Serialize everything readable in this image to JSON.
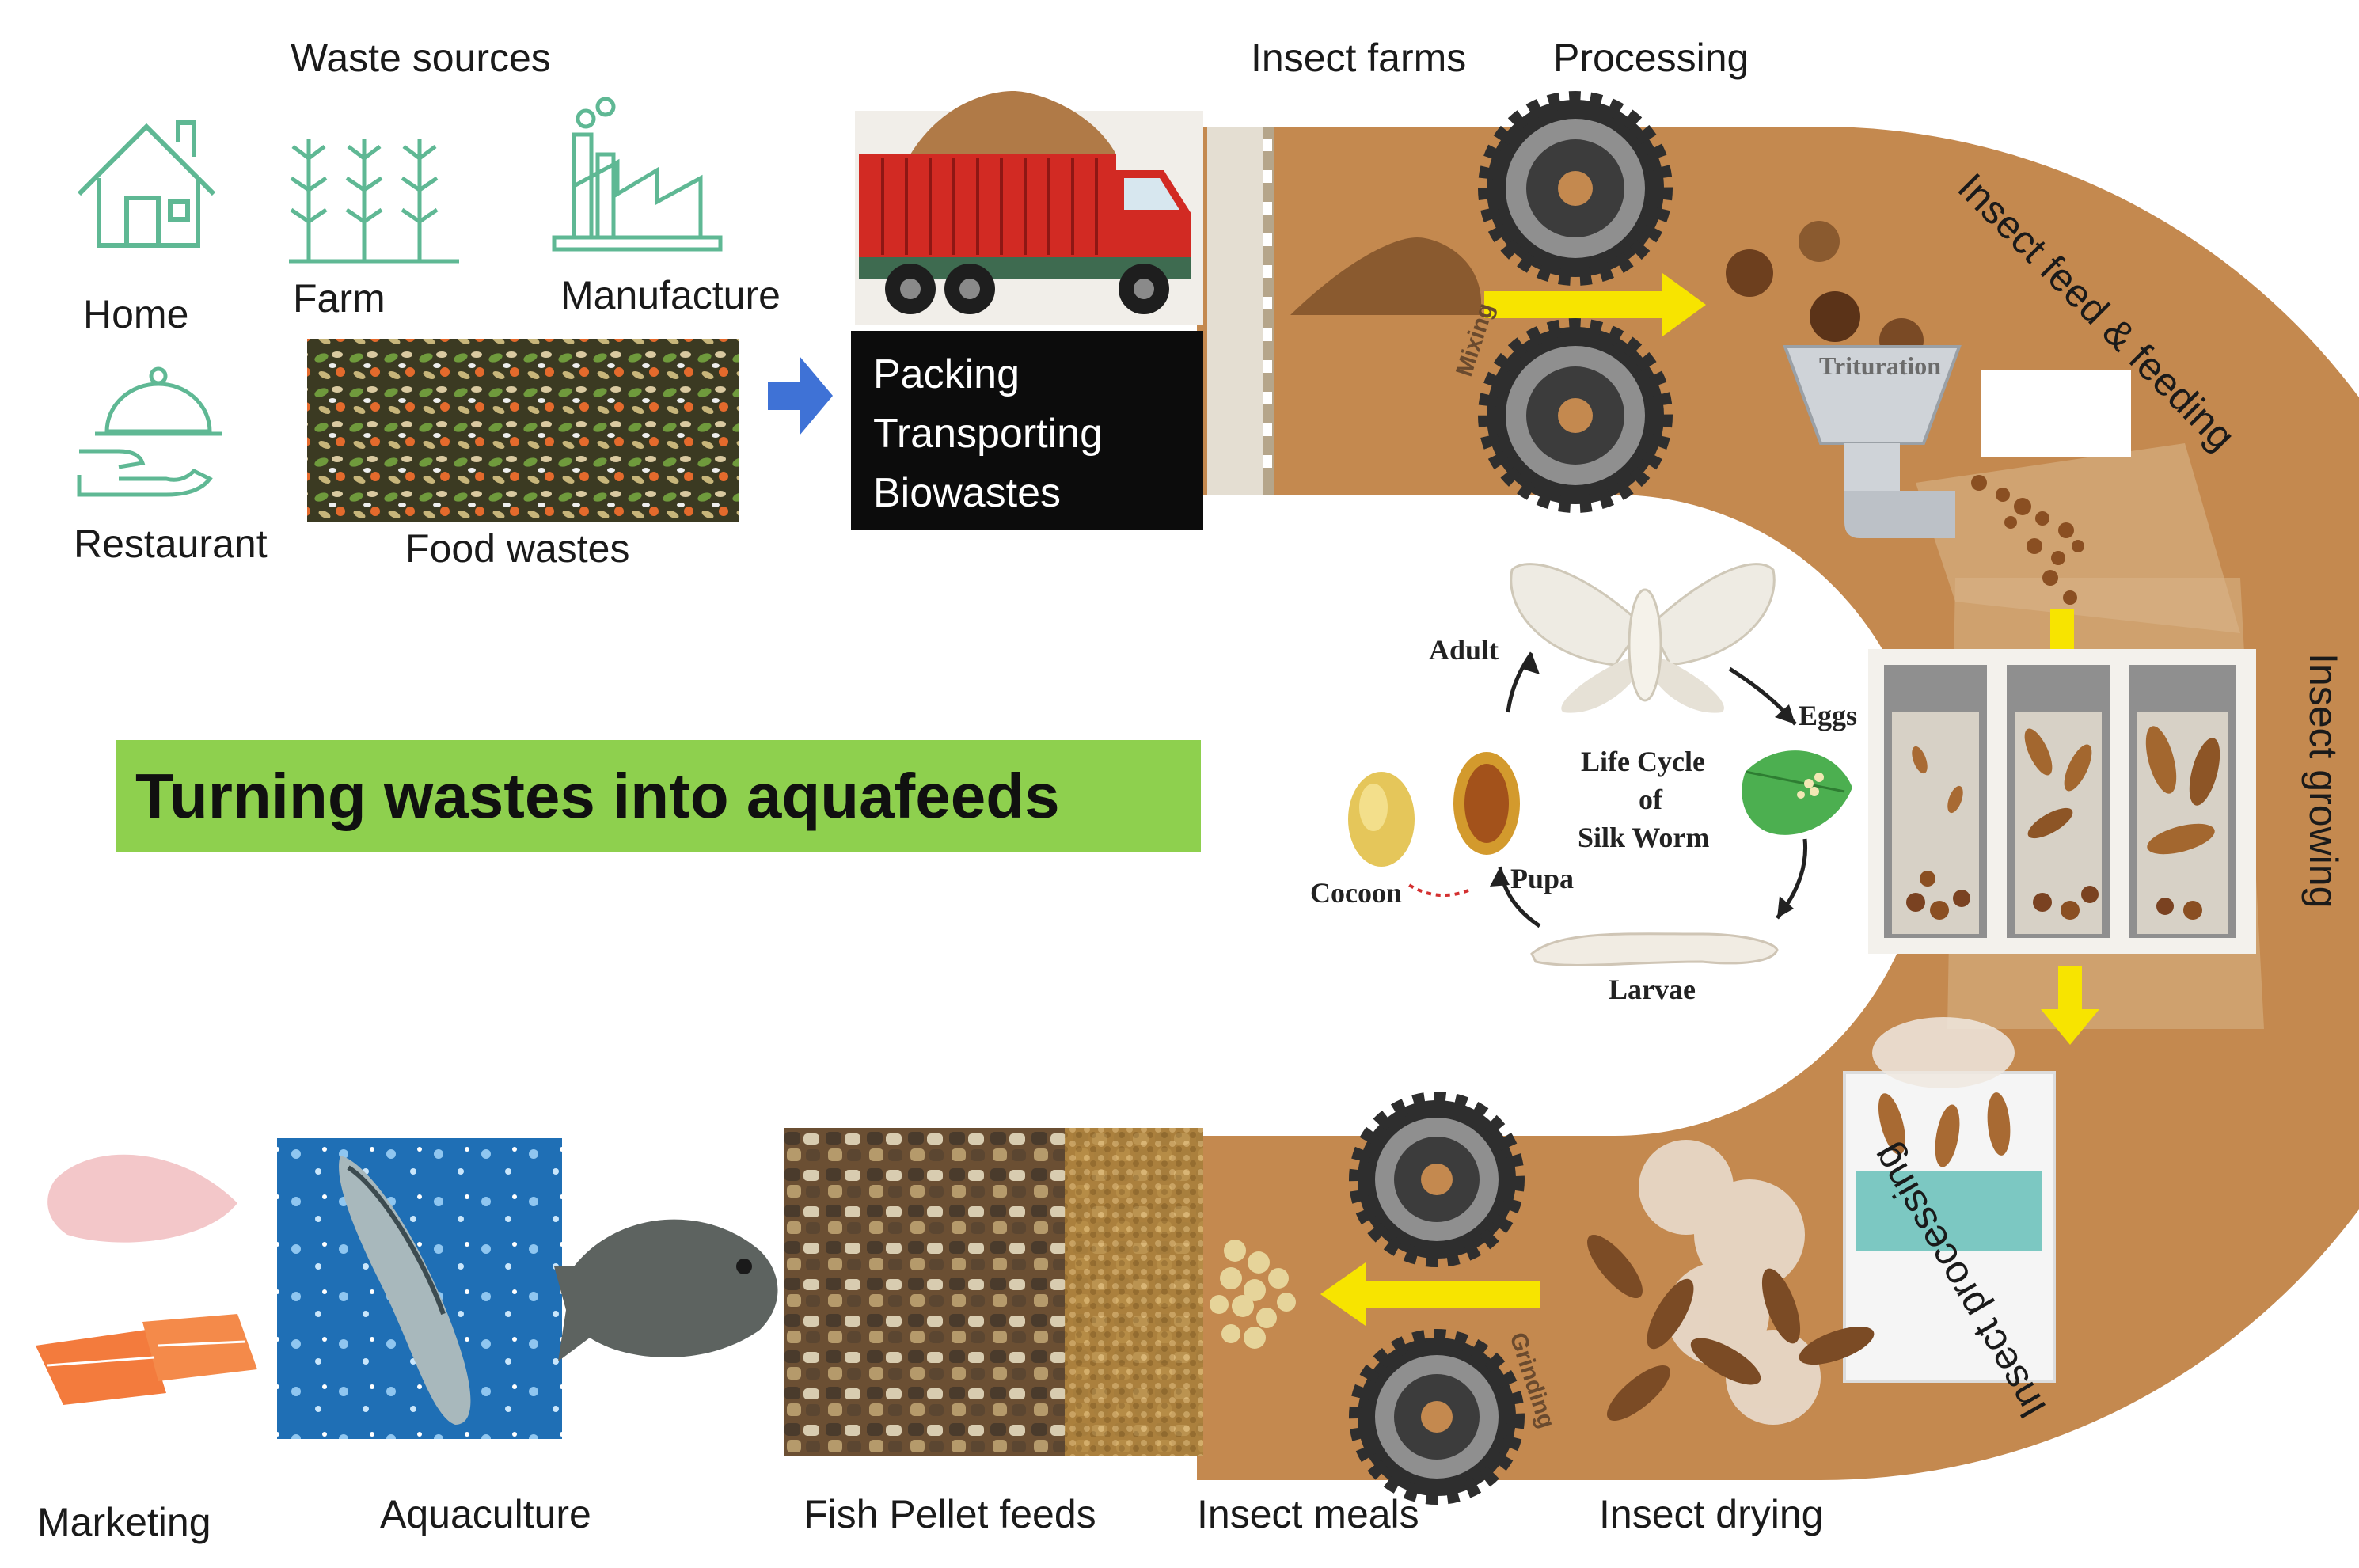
{
  "title": "Turning wastes into aquafeeds",
  "waste_sources": {
    "heading": "Waste sources",
    "items": [
      "Home",
      "Farm",
      "Manufacture",
      "Restaurant"
    ],
    "food_wastes": "Food wastes"
  },
  "logistics": [
    "Packing",
    "Transporting",
    "Biowastes"
  ],
  "stages": {
    "insect_farms": "Insect farms",
    "processing": "Processing",
    "mixing": "Mixing",
    "trituration": "Trituration",
    "insect_feed": "Insect feed & feeding",
    "insect_growing": "Insect growing",
    "insect_processing": "Insect processing",
    "insect_drying": "Insect drying",
    "grinding": "Grinding",
    "insect_meals": "Insect meals",
    "fish_pellet_feeds": "Fish Pellet feeds",
    "aquaculture": "Aquaculture",
    "marketing": "Marketing"
  },
  "life_cycle": {
    "title_lines": [
      "Life Cycle",
      "of",
      "Silk Worm"
    ],
    "adult": "Adult",
    "eggs": "Eggs",
    "larvae": "Larvae",
    "pupa": "Pupa",
    "cocoon": "Cocoon"
  },
  "colors": {
    "u_track": "#c4894f",
    "u_track_light": "#d9b489",
    "banner": "#8ed04e",
    "icon_outline": "#5fb894",
    "arrow_yellow": "#f7e400",
    "arrow_blue": "#3f72d6",
    "gear": "#3a3a3a",
    "truck_red": "#d62a24"
  }
}
